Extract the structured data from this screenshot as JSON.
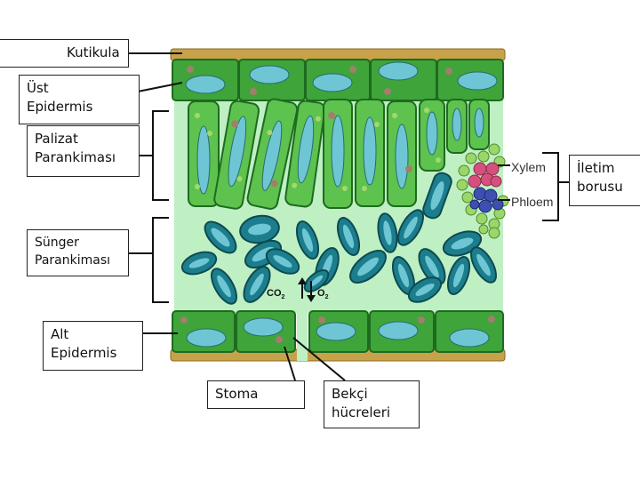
{
  "labels": {
    "kutikula": "Kutikula",
    "ust_epidermis": "Üst\nEpidermis",
    "palizat": "Palizat\nParankiması",
    "sunger": "Sünger\nParankiması",
    "alt_epidermis": "Alt\n Epidermis",
    "stoma": "Stoma",
    "bekci": "Bekçi\nhücreleri",
    "iletim": "İletim\nborusu"
  },
  "inline_labels": {
    "xylem": "Xylem",
    "phloem": "Phloem",
    "co2": "CO",
    "co2_sub": "2",
    "o2": "O",
    "o2_sub": "2"
  },
  "colors": {
    "cuticle": "#c8a24a",
    "epidermis_fill": "#3fa43a",
    "epidermis_stroke": "#1d6b1f",
    "nucleus": "#6ec6d4",
    "palisade_fill": "#5ec24e",
    "spongy_fill": "#1c7e8c",
    "mesophyll_bg": "#bff0c4",
    "xylem": "#d6507e",
    "phloem": "#3d4fb0",
    "vascular_bundle": "#9ad66a"
  }
}
